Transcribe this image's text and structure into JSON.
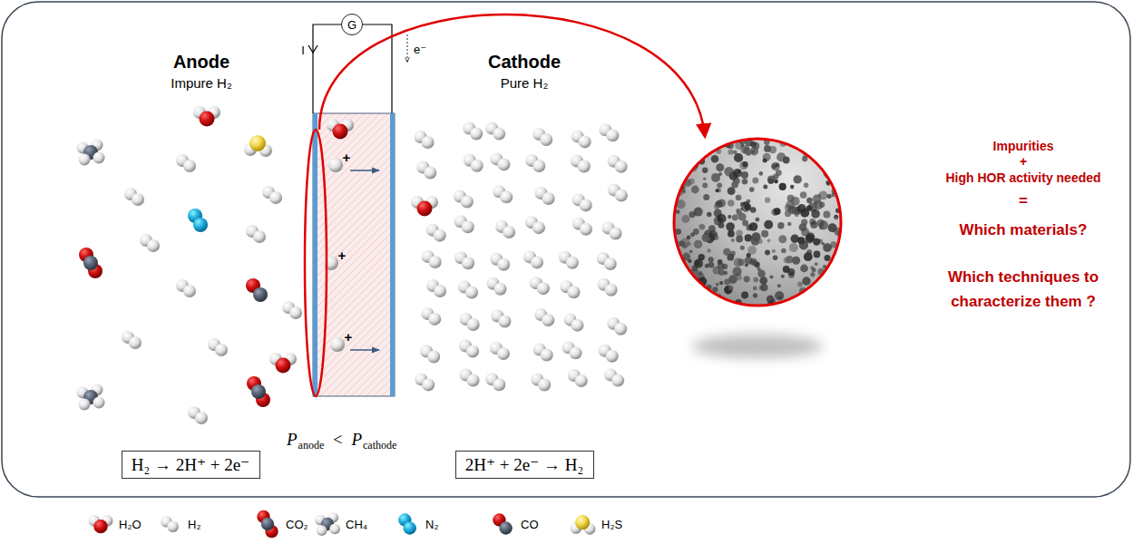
{
  "diagram": {
    "nodes": [
      {
        "text": [
          "G"
        ]
      },
      {
        "text": [
          "H₂ → 2H⁺ + 2e⁻"
        ]
      },
      {
        "text": [
          "2H⁺ + 2e⁻ → H₂"
        ]
      }
    ],
    "labels": [
      "I",
      "e⁻",
      "Anode",
      "Impure H₂",
      "Cathode",
      "Pure H₂",
      "+",
      "+",
      "+",
      "P",
      "anode",
      "<",
      "P",
      "cathode",
      "Impurities",
      "+",
      "High HOR activity needed",
      "=",
      "Which materials?",
      "Which techniques to characterize them ?"
    ],
    "legend": [
      {
        "text": "H₂O"
      },
      {
        "text": "H₂"
      },
      {
        "text": "CO₂"
      },
      {
        "text": "CH₄"
      },
      {
        "text": "N₂"
      },
      {
        "text": "CO"
      },
      {
        "text": "H₂S"
      }
    ]
  }
}
